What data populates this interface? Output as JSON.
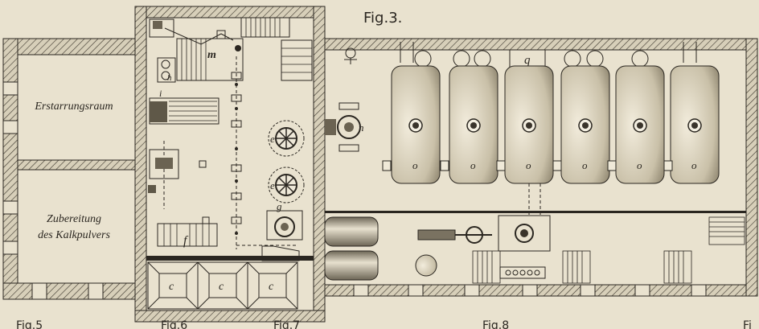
{
  "figures": {
    "main_title": "Fig.3.",
    "bottom_labels": [
      "Fig.5",
      "Fig.6",
      "Fig.7",
      "Fig.8",
      "Fi"
    ]
  },
  "rooms": {
    "left_upper": "Erstarrungsraum",
    "left_lower_line1": "Zubereitung",
    "left_lower_line2": "des Kalkpulvers"
  },
  "item_letters": {
    "m": "m",
    "h": "h",
    "i": "i",
    "e1": "e",
    "e2": "e",
    "g": "g",
    "f": "f",
    "c": [
      "c",
      "c",
      "c"
    ],
    "n": "n",
    "q": "q",
    "o": [
      "o",
      "o",
      "o",
      "o",
      "o",
      "o"
    ]
  },
  "colors": {
    "paper": "#e9e2cf",
    "ink": "#2a2620",
    "wall_fill": "#d7cfb9"
  }
}
